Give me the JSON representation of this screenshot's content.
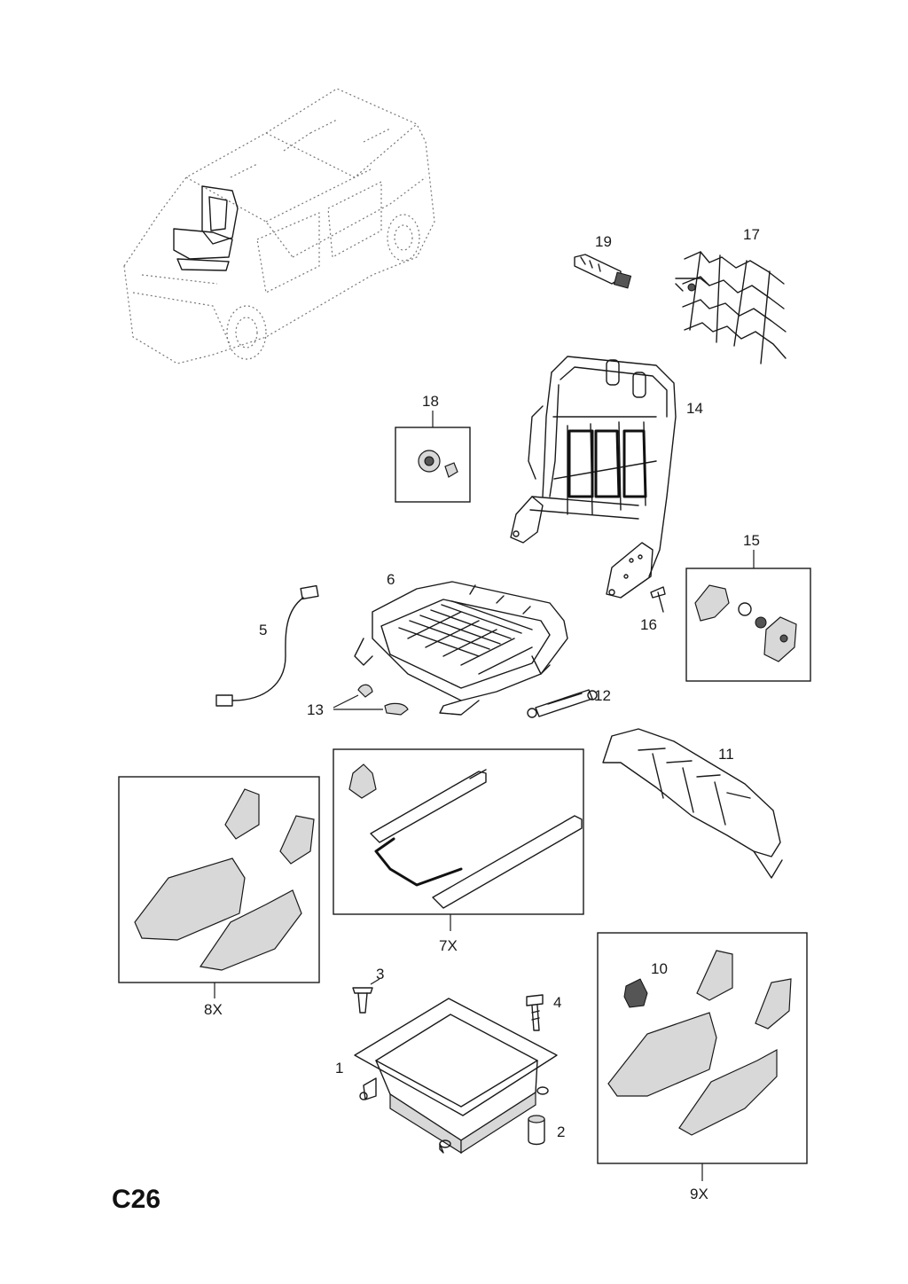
{
  "page_code": "C26",
  "labels": {
    "p1": "1",
    "p2": "2",
    "p3": "3",
    "p4": "4",
    "p5": "5",
    "p6": "6",
    "p7x": "7X",
    "p8x": "8X",
    "p9x": "9X",
    "p10": "10",
    "p11": "11",
    "p12": "12",
    "p13": "13",
    "p14": "14",
    "p15": "15",
    "p16": "16",
    "p17": "17",
    "p18": "18",
    "p19": "19"
  },
  "colors": {
    "line": "#1a1a1a",
    "shade": "#d8d8d8",
    "vehicle_outline": "#777777"
  }
}
